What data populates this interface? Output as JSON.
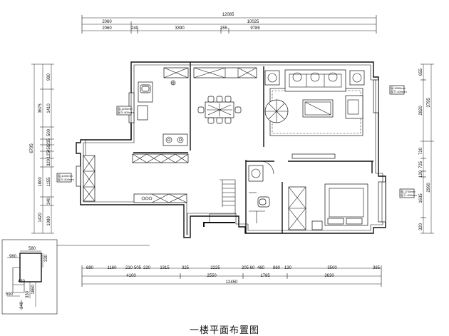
{
  "title": "一楼平面布置图",
  "dims": {
    "top": [
      [
        "12085"
      ],
      [
        "2060",
        "10025"
      ],
      [
        "2060",
        "240",
        "3390",
        "355",
        "9785"
      ]
    ],
    "bottom": [
      [
        "690",
        "1160",
        "210",
        "505",
        "220",
        "1315",
        "325",
        "2225",
        "205",
        "60",
        "460",
        "860",
        "130",
        "3500",
        "385"
      ],
      [
        "4100",
        "2550",
        "1785",
        "3630"
      ],
      [
        "12450"
      ]
    ],
    "left_outer": "6795",
    "left": [
      "990",
      "3675",
      "1410",
      "500",
      "235",
      "450",
      "125",
      "320",
      "1800",
      "1155",
      "340",
      "1420",
      "1080"
    ],
    "right": [
      "655",
      "3795",
      "2820",
      "720",
      "725",
      "120",
      "2990",
      "1635",
      "320"
    ],
    "inset": [
      "580",
      "960",
      "330",
      "430",
      "590",
      "330",
      "1860",
      "340"
    ]
  },
  "notes": {
    "kitchen_window": [
      "窗-1200mm",
      "窗下-900mm"
    ],
    "living_window": [
      "窗-1800mm",
      "窗下-400mm"
    ],
    "left_window": [
      "窗-1000mm",
      "窗下-900mm"
    ],
    "bedroom_window": [
      "窗-1700mm",
      "窗下-400mm"
    ]
  }
}
